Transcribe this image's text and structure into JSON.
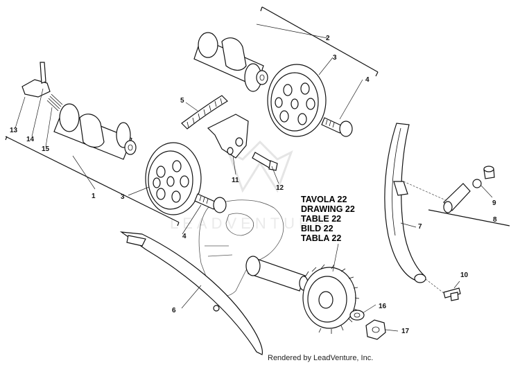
{
  "title_box": {
    "lines": [
      "TAVOLA 22",
      "DRAWING 22",
      "TABLE 22",
      "BILD 22",
      "TABLA 22"
    ]
  },
  "watermark": "LEADVENTURE",
  "credit": "Rendered by LeadVenture, Inc.",
  "callouts": {
    "c1": "1",
    "c2": "2",
    "c3a": "3",
    "c3b": "3",
    "c4a": "4",
    "c4b": "4",
    "c5": "5",
    "c6": "6",
    "c7": "7",
    "c8": "8",
    "c9": "9",
    "c10": "10",
    "c11": "11",
    "c12": "12",
    "c13": "13",
    "c14": "14",
    "c15": "15",
    "c16": "16",
    "c17": "17"
  }
}
